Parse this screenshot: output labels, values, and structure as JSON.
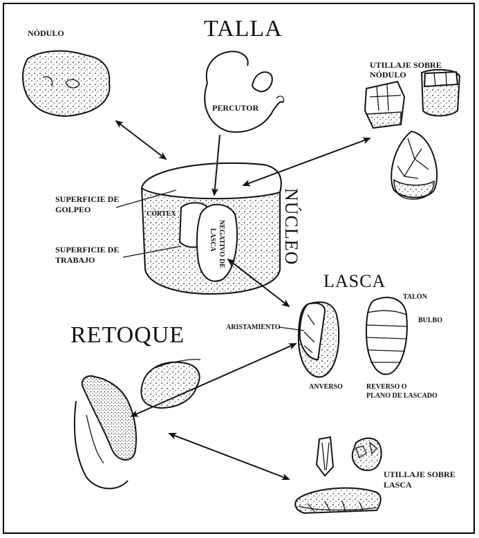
{
  "labels": {
    "nodulo": "NÓDULO",
    "talla": "TALLA",
    "percutor": "PERCUTOR",
    "utillaje_nodulo_1": "UTILLAJE SOBRE",
    "utillaje_nodulo_2": "NÓDULO",
    "superficie_golpeo_1": "SUPERFICIE DE",
    "superficie_golpeo_2": "GOLPEO",
    "cortex": "CÓRTEX",
    "negativo_1": "NEGATIVO DE",
    "negativo_2": "LASCA",
    "superficie_trabajo_1": "SUPERFICIE DE",
    "superficie_trabajo_2": "TRABAJO",
    "nucleo": "NÚCLEO",
    "lasca": "LASCA",
    "talon": "TALÓN",
    "bulbo": "BULBO",
    "aristamiento": "ARISTAMIENTO",
    "anverso": "ANVERSO",
    "reverso_1": "REVERSO O",
    "reverso_2": "PLANO DE LASCADO",
    "retoque": "RETOQUE",
    "utillaje_lasca_1": "UTILLAJE SOBRE",
    "utillaje_lasca_2": "LASCA"
  }
}
